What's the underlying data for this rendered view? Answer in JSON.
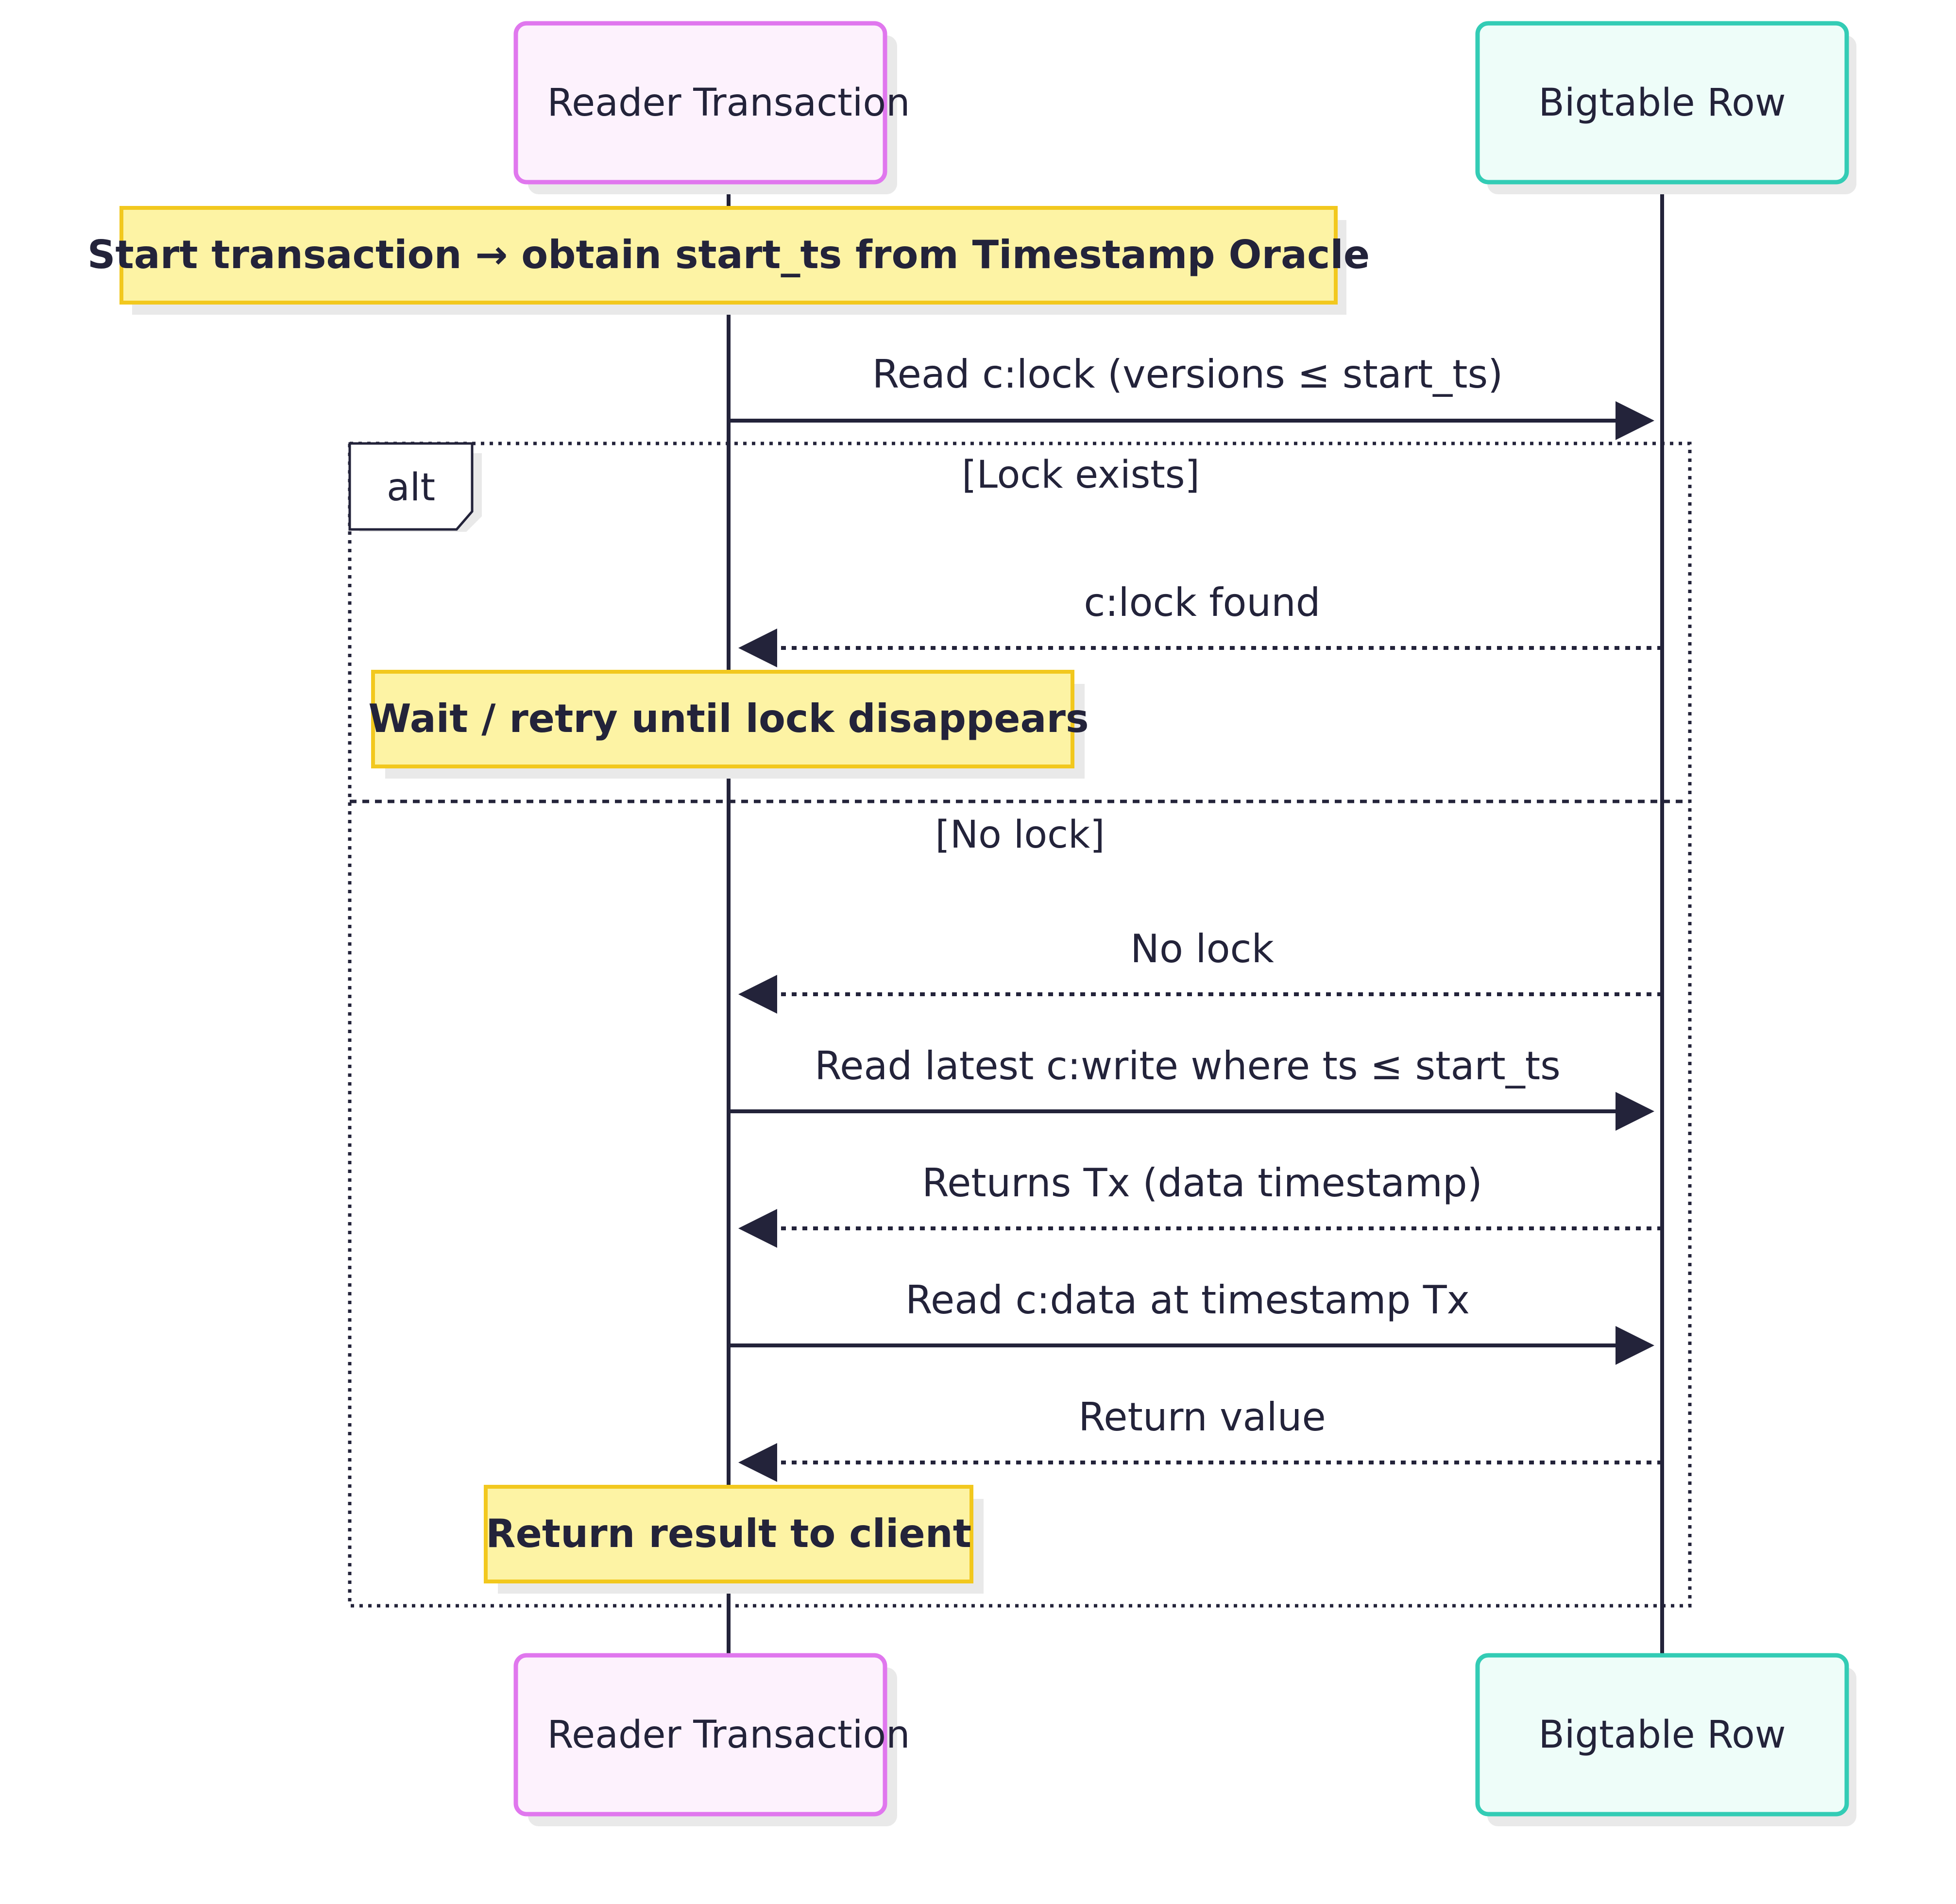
{
  "participants": {
    "reader": {
      "name": "Reader Transaction",
      "fill": "#fdf2fd",
      "stroke": "#e077ee"
    },
    "row": {
      "name": "Bigtable Row",
      "fill": "#eefdf9",
      "stroke": "#33ccb5"
    }
  },
  "colors": {
    "line": "#23233a",
    "note_fill": "#fdf3a4",
    "note_stroke": "#f2c81e",
    "shadow": "#e9e9e9"
  },
  "notes": {
    "start": "Start transaction → obtain start_ts from Timestamp Oracle",
    "wait": "Wait / retry until lock disappears",
    "result": "Return result to client"
  },
  "messages": {
    "read_lock": "Read c:lock (versions ≤ start_ts)",
    "lock_found": "c:lock found",
    "no_lock": "No lock",
    "read_write": "Read latest c:write where ts ≤ start_ts",
    "returns_tx": "Returns Tx (data timestamp)",
    "read_data": "Read c:data at timestamp Tx",
    "return_value": "Return value"
  },
  "alt": {
    "keyword": "alt",
    "condition_1": "[Lock exists]",
    "condition_2": "[No lock]"
  }
}
